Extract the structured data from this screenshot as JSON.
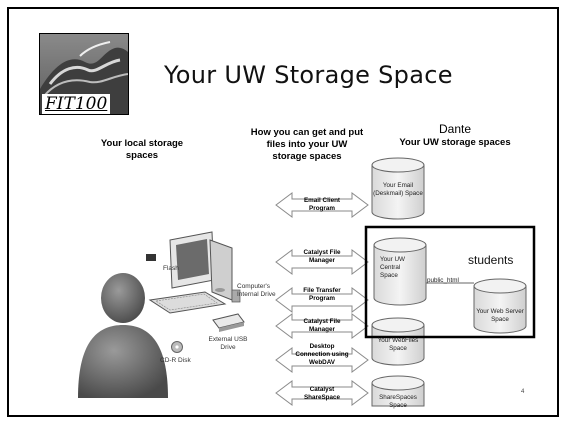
{
  "logo": {
    "text": "FIT100"
  },
  "title": "Your UW Storage Space",
  "headers": {
    "local": "Your local storage spaces",
    "how": "How you can get and put files into your UW storage spaces",
    "dante": "Dante",
    "uw": "Your UW storage spaces"
  },
  "devices": {
    "flash": "Flash",
    "internal_drive": "Computer's Internal Drive",
    "external": "External USB Drive",
    "cdr": "CD-R Disk"
  },
  "methods": [
    "Email Client Program",
    "Catalyst File Manager",
    "File Transfer Program",
    "Catalyst File Manager",
    "Desktop Connection using WebDAV",
    "Catalyst ShareSpace"
  ],
  "spaces": {
    "email": "Your Email (Deskmail) Space",
    "central": "Your UW Central Space",
    "students": "students",
    "public_html": "public_html",
    "web_server": "Your Web Server Space",
    "webfiles": "Your WebFiles Space",
    "sharespaces": "ShareSpaces Space"
  },
  "page_number": "4"
}
